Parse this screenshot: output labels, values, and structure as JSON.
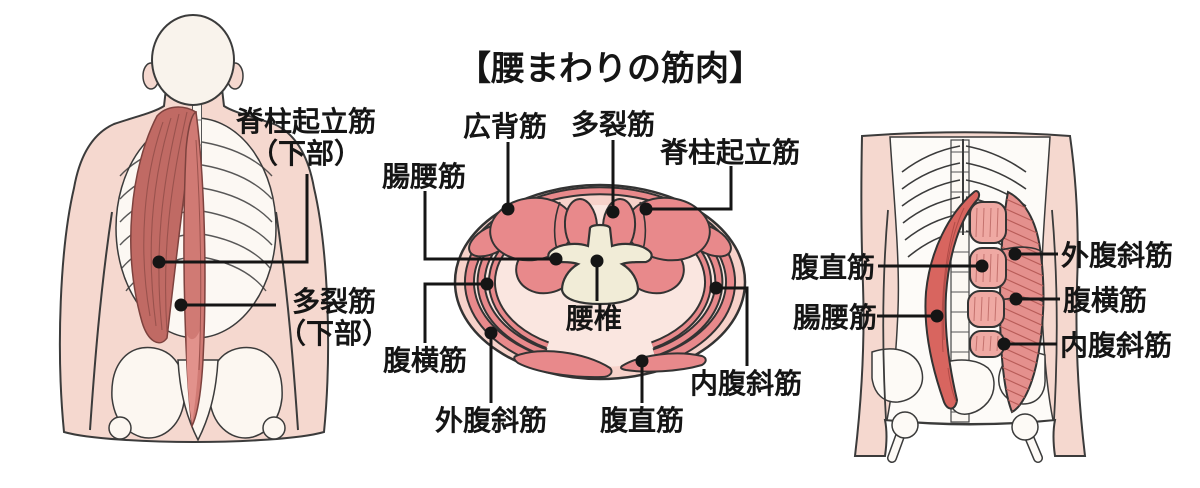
{
  "title": "【腰まわりの筋肉】",
  "figures": {
    "back_view": {
      "labels": {
        "erector_spinae_lower": "脊柱起立筋\n（下部）",
        "multifidus_lower": "多裂筋\n（下部）"
      }
    },
    "cross_section": {
      "labels": {
        "latissimus_dorsi": "広背筋",
        "multifidus": "多裂筋",
        "erector_spinae": "脊柱起立筋",
        "iliopsoas": "腸腰筋",
        "lumbar_vertebra": "腰椎",
        "transversus_abdominis": "腹横筋",
        "external_oblique": "外腹斜筋",
        "rectus_abdominis": "腹直筋",
        "internal_oblique": "内腹斜筋"
      }
    },
    "front_view": {
      "labels": {
        "rectus_abdominis": "腹直筋",
        "iliopsoas": "腸腰筋",
        "external_oblique": "外腹斜筋",
        "transversus_abdominis": "腹横筋",
        "internal_oblique": "内腹斜筋"
      }
    }
  },
  "colors": {
    "background": "#ffffff",
    "skin": "#f5d8cf",
    "skin_light": "#fae6e0",
    "muscle": "#e8898b",
    "muscle_dark": "#c06a64",
    "muscle_mid": "#d07a74",
    "psoas_red": "#d8655f",
    "bone": "#fcf7f1",
    "vertebra": "#f1ecd7",
    "outline": "#333333",
    "leader": "#151515",
    "text": "#151515"
  }
}
